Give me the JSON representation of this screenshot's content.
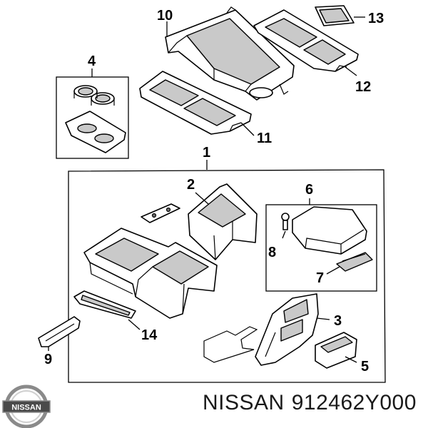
{
  "callouts": [
    {
      "id": "1",
      "label": "1"
    },
    {
      "id": "2",
      "label": "2"
    },
    {
      "id": "3",
      "label": "3"
    },
    {
      "id": "4",
      "label": "4"
    },
    {
      "id": "5",
      "label": "5"
    },
    {
      "id": "6",
      "label": "6"
    },
    {
      "id": "7",
      "label": "7"
    },
    {
      "id": "8",
      "label": "8"
    },
    {
      "id": "9",
      "label": "9"
    },
    {
      "id": "10",
      "label": "10"
    },
    {
      "id": "11",
      "label": "11"
    },
    {
      "id": "12",
      "label": "12"
    },
    {
      "id": "13",
      "label": "13"
    },
    {
      "id": "14",
      "label": "14"
    }
  ],
  "logo": {
    "text": "NISSAN"
  },
  "footer": {
    "brand": "NISSAN",
    "part_number": "912462Y000"
  },
  "colors": {
    "line": "#000000",
    "shade": "#c9c9c9",
    "background": "#ffffff"
  }
}
